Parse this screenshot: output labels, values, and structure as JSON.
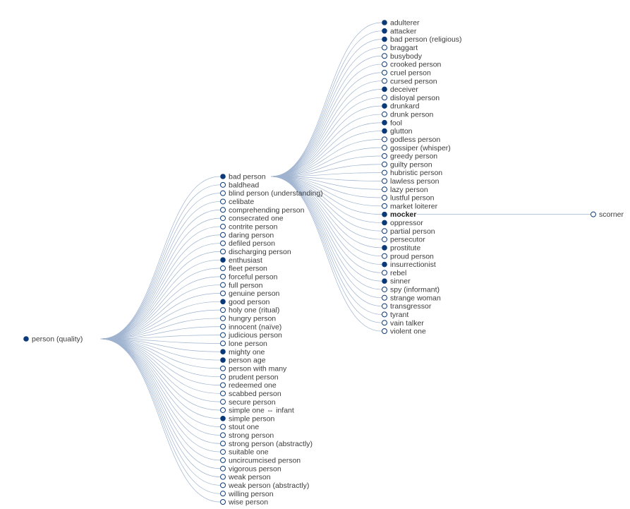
{
  "colors": {
    "node_filled": "#0b3a79",
    "node_hollow_stroke": "#0b3a79",
    "link": "#9fb3cf",
    "text": "#3c3c3c"
  },
  "tree": {
    "label": "person (quality)",
    "filled": true,
    "children": [
      {
        "label": "bad person",
        "filled": true,
        "children": [
          {
            "label": "adulterer",
            "filled": true
          },
          {
            "label": "attacker",
            "filled": true
          },
          {
            "label": "bad person (religious)",
            "filled": true
          },
          {
            "label": "braggart",
            "filled": false
          },
          {
            "label": "busybody",
            "filled": false
          },
          {
            "label": "crooked person",
            "filled": false
          },
          {
            "label": "cruel person",
            "filled": false
          },
          {
            "label": "cursed person",
            "filled": false
          },
          {
            "label": "deceiver",
            "filled": true
          },
          {
            "label": "disloyal person",
            "filled": false
          },
          {
            "label": "drunkard",
            "filled": true
          },
          {
            "label": "drunk person",
            "filled": false
          },
          {
            "label": "fool",
            "filled": true
          },
          {
            "label": "glutton",
            "filled": true
          },
          {
            "label": "godless person",
            "filled": false
          },
          {
            "label": "gossiper (whisper)",
            "filled": false
          },
          {
            "label": "greedy person",
            "filled": false
          },
          {
            "label": "guilty person",
            "filled": false
          },
          {
            "label": "hubristic person",
            "filled": false
          },
          {
            "label": "lawless person",
            "filled": false
          },
          {
            "label": "lazy person",
            "filled": false
          },
          {
            "label": "lustful person",
            "filled": false
          },
          {
            "label": "market loiterer",
            "filled": false
          },
          {
            "label": "mocker",
            "filled": true,
            "bold": true,
            "children": [
              {
                "label": "scorner",
                "filled": false
              }
            ]
          },
          {
            "label": "oppressor",
            "filled": true
          },
          {
            "label": "partial person",
            "filled": false
          },
          {
            "label": "persecutor",
            "filled": false
          },
          {
            "label": "prostitute",
            "filled": true
          },
          {
            "label": "proud person",
            "filled": false
          },
          {
            "label": "insurrectionist",
            "filled": true
          },
          {
            "label": "rebel",
            "filled": false
          },
          {
            "label": "sinner",
            "filled": true
          },
          {
            "label": "spy (informant)",
            "filled": false
          },
          {
            "label": "strange woman",
            "filled": false
          },
          {
            "label": "transgressor",
            "filled": false
          },
          {
            "label": "tyrant",
            "filled": false
          },
          {
            "label": "vain talker",
            "filled": false
          },
          {
            "label": "violent one",
            "filled": false
          }
        ]
      },
      {
        "label": "baldhead",
        "filled": false
      },
      {
        "label": "blind person (understanding)",
        "filled": false
      },
      {
        "label": "celibate",
        "filled": false
      },
      {
        "label": "comprehending person",
        "filled": false
      },
      {
        "label": "consecrated one",
        "filled": false
      },
      {
        "label": "contrite person",
        "filled": false
      },
      {
        "label": "daring person",
        "filled": false
      },
      {
        "label": "defiled person",
        "filled": false
      },
      {
        "label": "discharging person",
        "filled": false
      },
      {
        "label": "enthusiast",
        "filled": true
      },
      {
        "label": "fleet person",
        "filled": false
      },
      {
        "label": "forceful person",
        "filled": false
      },
      {
        "label": "full person",
        "filled": false
      },
      {
        "label": "genuine person",
        "filled": false
      },
      {
        "label": "good person",
        "filled": true
      },
      {
        "label": "holy one (ritual)",
        "filled": false
      },
      {
        "label": "hungry person",
        "filled": false
      },
      {
        "label": "innocent (naïve)",
        "filled": false
      },
      {
        "label": "judicious person",
        "filled": false
      },
      {
        "label": "lone person",
        "filled": false
      },
      {
        "label": "mighty one",
        "filled": true
      },
      {
        "label": "person age",
        "filled": true
      },
      {
        "label": "person with many",
        "filled": false
      },
      {
        "label": "prudent person",
        "filled": false
      },
      {
        "label": "redeemed one",
        "filled": false
      },
      {
        "label": "scabbed person",
        "filled": false
      },
      {
        "label": "secure person",
        "filled": false
      },
      {
        "label": "simple one ⇔ infant",
        "filled": false
      },
      {
        "label": "simple person",
        "filled": true
      },
      {
        "label": "stout one",
        "filled": false
      },
      {
        "label": "strong person",
        "filled": false
      },
      {
        "label": "strong person (abstractly)",
        "filled": false
      },
      {
        "label": "suitable one",
        "filled": false
      },
      {
        "label": "uncircumcised person",
        "filled": false
      },
      {
        "label": "vigorous person",
        "filled": false
      },
      {
        "label": "weak person",
        "filled": false
      },
      {
        "label": "weak person (abstractly)",
        "filled": false
      },
      {
        "label": "willing person",
        "filled": false
      },
      {
        "label": "wise person",
        "filled": false
      }
    ]
  }
}
